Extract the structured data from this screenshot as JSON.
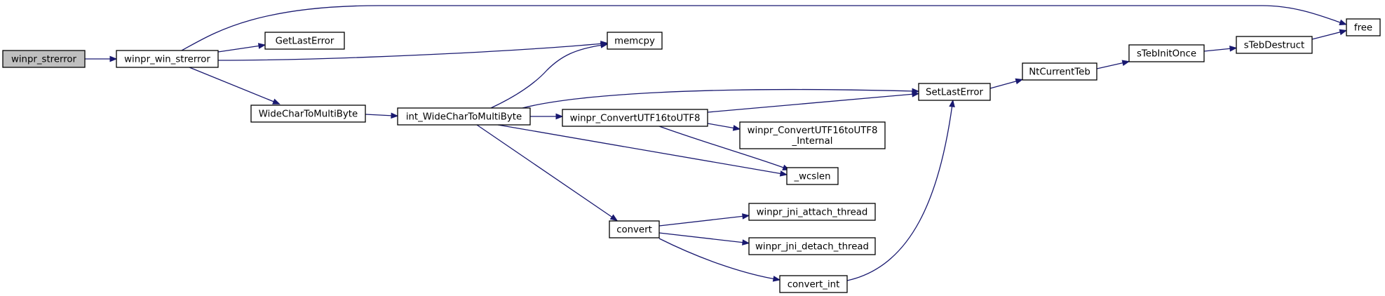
{
  "graph": {
    "edge_color": "#191970",
    "root_fill": "#bfbfbf",
    "nodes": {
      "winpr_strerror": [
        "winpr_strerror"
      ],
      "winpr_win_strerror": [
        "winpr_win_strerror"
      ],
      "GetLastError": [
        "GetLastError"
      ],
      "memcpy": [
        "memcpy"
      ],
      "free": [
        "free"
      ],
      "WideCharToMultiByte": [
        "WideCharToMultiByte"
      ],
      "int_WideCharToMultiByte": [
        "int_WideCharToMultiByte"
      ],
      "SetLastError": [
        "SetLastError"
      ],
      "NtCurrentTeb": [
        "NtCurrentTeb"
      ],
      "sTebInitOnce": [
        "sTebInitOnce"
      ],
      "sTebDestruct": [
        "sTebDestruct"
      ],
      "winpr_ConvertUTF16toUTF8": [
        "winpr_ConvertUTF16toUTF8"
      ],
      "winpr_ConvertUTF16toUTF8_Internal": [
        "winpr_ConvertUTF16toUTF8",
        "_Internal"
      ],
      "_wcslen": [
        "_wcslen"
      ],
      "convert": [
        "convert"
      ],
      "winpr_jni_attach_thread": [
        "winpr_jni_attach_thread"
      ],
      "winpr_jni_detach_thread": [
        "winpr_jni_detach_thread"
      ],
      "convert_int": [
        "convert_int"
      ]
    },
    "edges": [
      [
        "winpr_strerror",
        "winpr_win_strerror"
      ],
      [
        "winpr_win_strerror",
        "free"
      ],
      [
        "winpr_win_strerror",
        "GetLastError"
      ],
      [
        "winpr_win_strerror",
        "memcpy"
      ],
      [
        "winpr_win_strerror",
        "WideCharToMultiByte"
      ],
      [
        "WideCharToMultiByte",
        "int_WideCharToMultiByte"
      ],
      [
        "int_WideCharToMultiByte",
        "memcpy"
      ],
      [
        "int_WideCharToMultiByte",
        "SetLastError"
      ],
      [
        "int_WideCharToMultiByte",
        "winpr_ConvertUTF16toUTF8"
      ],
      [
        "int_WideCharToMultiByte",
        "_wcslen"
      ],
      [
        "int_WideCharToMultiByte",
        "convert"
      ],
      [
        "SetLastError",
        "NtCurrentTeb"
      ],
      [
        "NtCurrentTeb",
        "sTebInitOnce"
      ],
      [
        "sTebInitOnce",
        "sTebDestruct"
      ],
      [
        "sTebDestruct",
        "free"
      ],
      [
        "winpr_ConvertUTF16toUTF8",
        "SetLastError"
      ],
      [
        "winpr_ConvertUTF16toUTF8",
        "winpr_ConvertUTF16toUTF8_Internal"
      ],
      [
        "winpr_ConvertUTF16toUTF8",
        "_wcslen"
      ],
      [
        "convert",
        "winpr_jni_attach_thread"
      ],
      [
        "convert",
        "winpr_jni_detach_thread"
      ],
      [
        "convert",
        "convert_int"
      ],
      [
        "convert_int",
        "SetLastError"
      ]
    ]
  }
}
